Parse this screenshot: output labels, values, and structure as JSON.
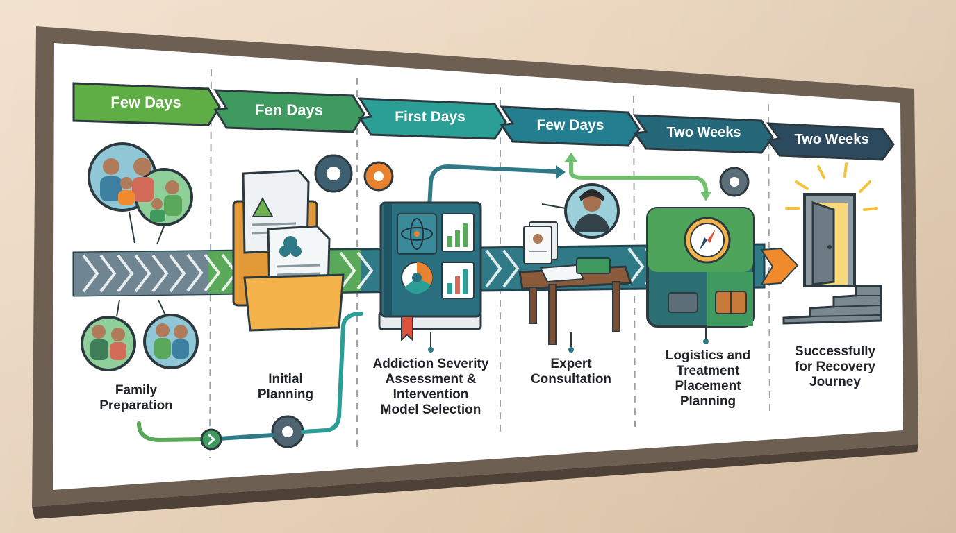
{
  "phases": [
    {
      "duration": "Few Days",
      "label": "Family\nPreparation",
      "color": "#5fad45"
    },
    {
      "duration": "Fen Days",
      "label": "Initial\nPlanning",
      "color": "#3e9a5e"
    },
    {
      "duration": "First Days",
      "label": "Addiction Severity\nAssessment &\nIntervention\nModel Selection",
      "color": "#2b9e96"
    },
    {
      "duration": "Few Days",
      "label": "Expert\nConsultation",
      "color": "#237f90"
    },
    {
      "duration": "Two Weeks",
      "label": "Logistics and\nTreatment\nPlacement\nPlanning",
      "color": "#25687a"
    },
    {
      "duration": "Two Weeks",
      "label": "Successfully\nfor Recovery\nJourney",
      "color": "#2c4a5e"
    }
  ],
  "colors": {
    "frame": "#6e5f53",
    "board": "#ffffff",
    "arrow_accent": "#f08a2c",
    "gear_dark": "#3d5f6f",
    "gear_orange": "#e8822e",
    "folder": "#f0b048"
  },
  "icons": [
    "family-icon",
    "folder-icon",
    "book-icon",
    "consultant-icon",
    "travel-case-icon",
    "door-icon",
    "gear-icon"
  ]
}
